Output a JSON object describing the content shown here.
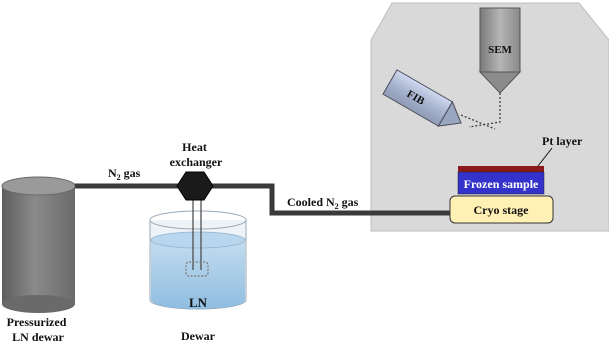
{
  "labels": {
    "sem": "SEM",
    "fib": "FIB",
    "pt_layer": "Pt layer",
    "frozen_sample": "Frozen sample",
    "cryo_stage": "Cryo stage",
    "heat_exchanger_line1": "Heat",
    "heat_exchanger_line2": "exchanger",
    "n2_gas": "N",
    "n2_gas_sub": "2",
    "n2_gas_suffix": " gas",
    "cooled_n2_gas": "Cooled N",
    "cooled_n2_gas_sub": "2",
    "cooled_n2_gas_suffix": " gas",
    "ln": "LN",
    "dewar": "Dewar",
    "pressurized_line1": "Pressurized",
    "pressurized_line2": "LN dewar"
  },
  "colors": {
    "chamber": "#d9d9d9",
    "chamber_edge": "#bfbfbf",
    "pipe": "#3a3a3a",
    "pt_layer": "#8b1a1a",
    "frozen_sample": "#3333cc",
    "cryo_stage": "#fff0b3",
    "ln_liquid": "#a9cce8",
    "pressurized_dewar": "#7f7f7f",
    "heat_exchanger": "#1a1a1a"
  }
}
